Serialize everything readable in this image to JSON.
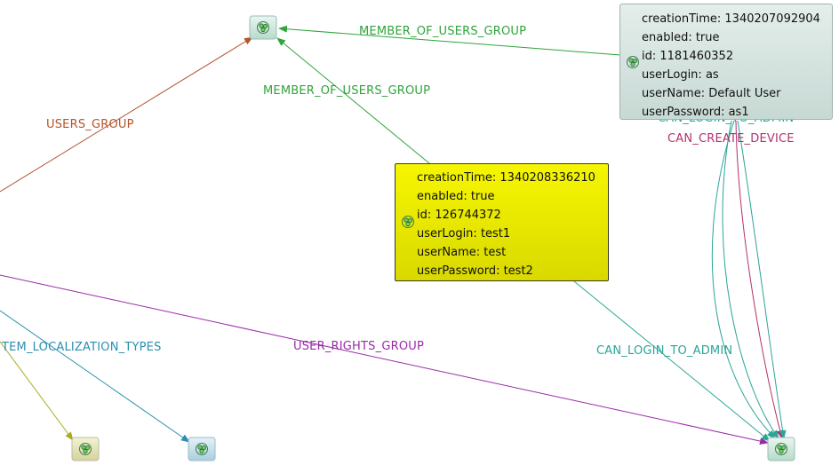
{
  "edges": {
    "member_of_users_group_1": "MEMBER_OF_USERS_GROUP",
    "member_of_users_group_2": "MEMBER_OF_USERS_GROUP",
    "users_group": "USERS_GROUP",
    "can_create_device": "CAN_CREATE_DEVICE",
    "can_login_to_admin_top": "CAN_LOGIN_TO_ADMIN",
    "item_localization_types": "TEM_LOCALIZATION_TYPES",
    "user_rights_group": "USER_RIGHTS_GROUP",
    "can_login_to_admin": "CAN_LOGIN_TO_ADMIN"
  },
  "users": [
    {
      "creationTime": "creationTime: 1340207092904",
      "enabled": "enabled: true",
      "id": "id: 1181460352",
      "userLogin": "userLogin: as",
      "userName": "userName: Default User",
      "userPassword": "userPassword: as1"
    },
    {
      "creationTime": "creationTime: 1340208336210",
      "enabled": "enabled: true",
      "id": "id: 126744372",
      "userLogin": "userLogin: test1",
      "userName": "userName: test",
      "userPassword": "userPassword: test2"
    }
  ],
  "colors": {
    "member_of": "#2ea43a",
    "users_group": "#b5532c",
    "can_create": "#b3306f",
    "can_login": "#2aa598",
    "localization": "#2a8fb0",
    "rights": "#9a2aa8",
    "olive": "#a8aa1e",
    "selected_card": "#f2f200",
    "card": "#d9e6e3"
  },
  "icons": {
    "node": "node-graph-icon"
  }
}
